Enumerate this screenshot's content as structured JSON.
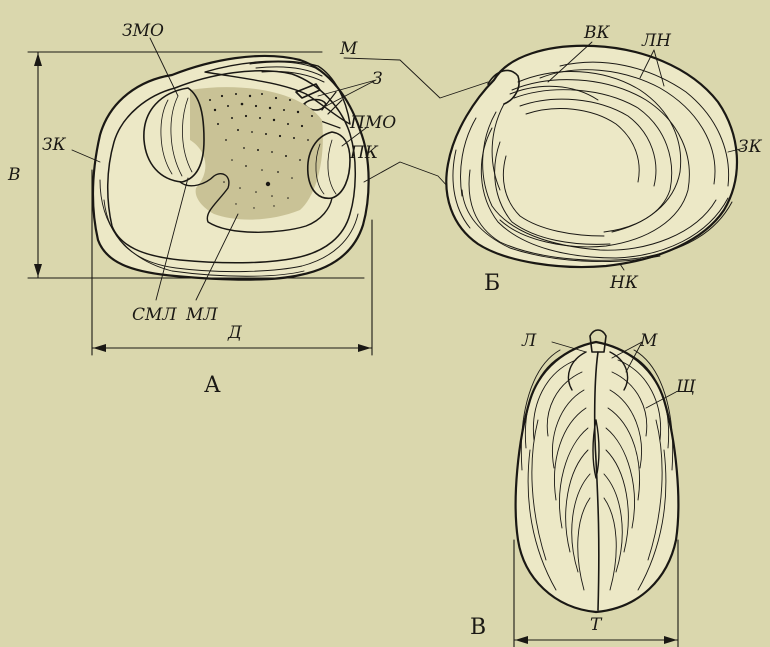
{
  "figure": {
    "panels": [
      "А",
      "Б",
      "В"
    ],
    "labels": {
      "zmo": "ЗМО",
      "m": "М",
      "z": "З",
      "zk_a": "ЗК",
      "v_height": "В",
      "pmo": "ПМО",
      "pk": "ПК",
      "sml": "СМЛ",
      "ml": "МЛ",
      "d_length": "Д",
      "vk": "ВК",
      "ln": "ЛН",
      "zk_b": "ЗК",
      "nk": "НК",
      "l": "Л",
      "m_c": "М",
      "sch": "Щ",
      "t_thickness": "Т"
    },
    "colors": {
      "background": "#dad7ad",
      "ink": "#1a1814",
      "shell": "#ece8c6"
    }
  }
}
